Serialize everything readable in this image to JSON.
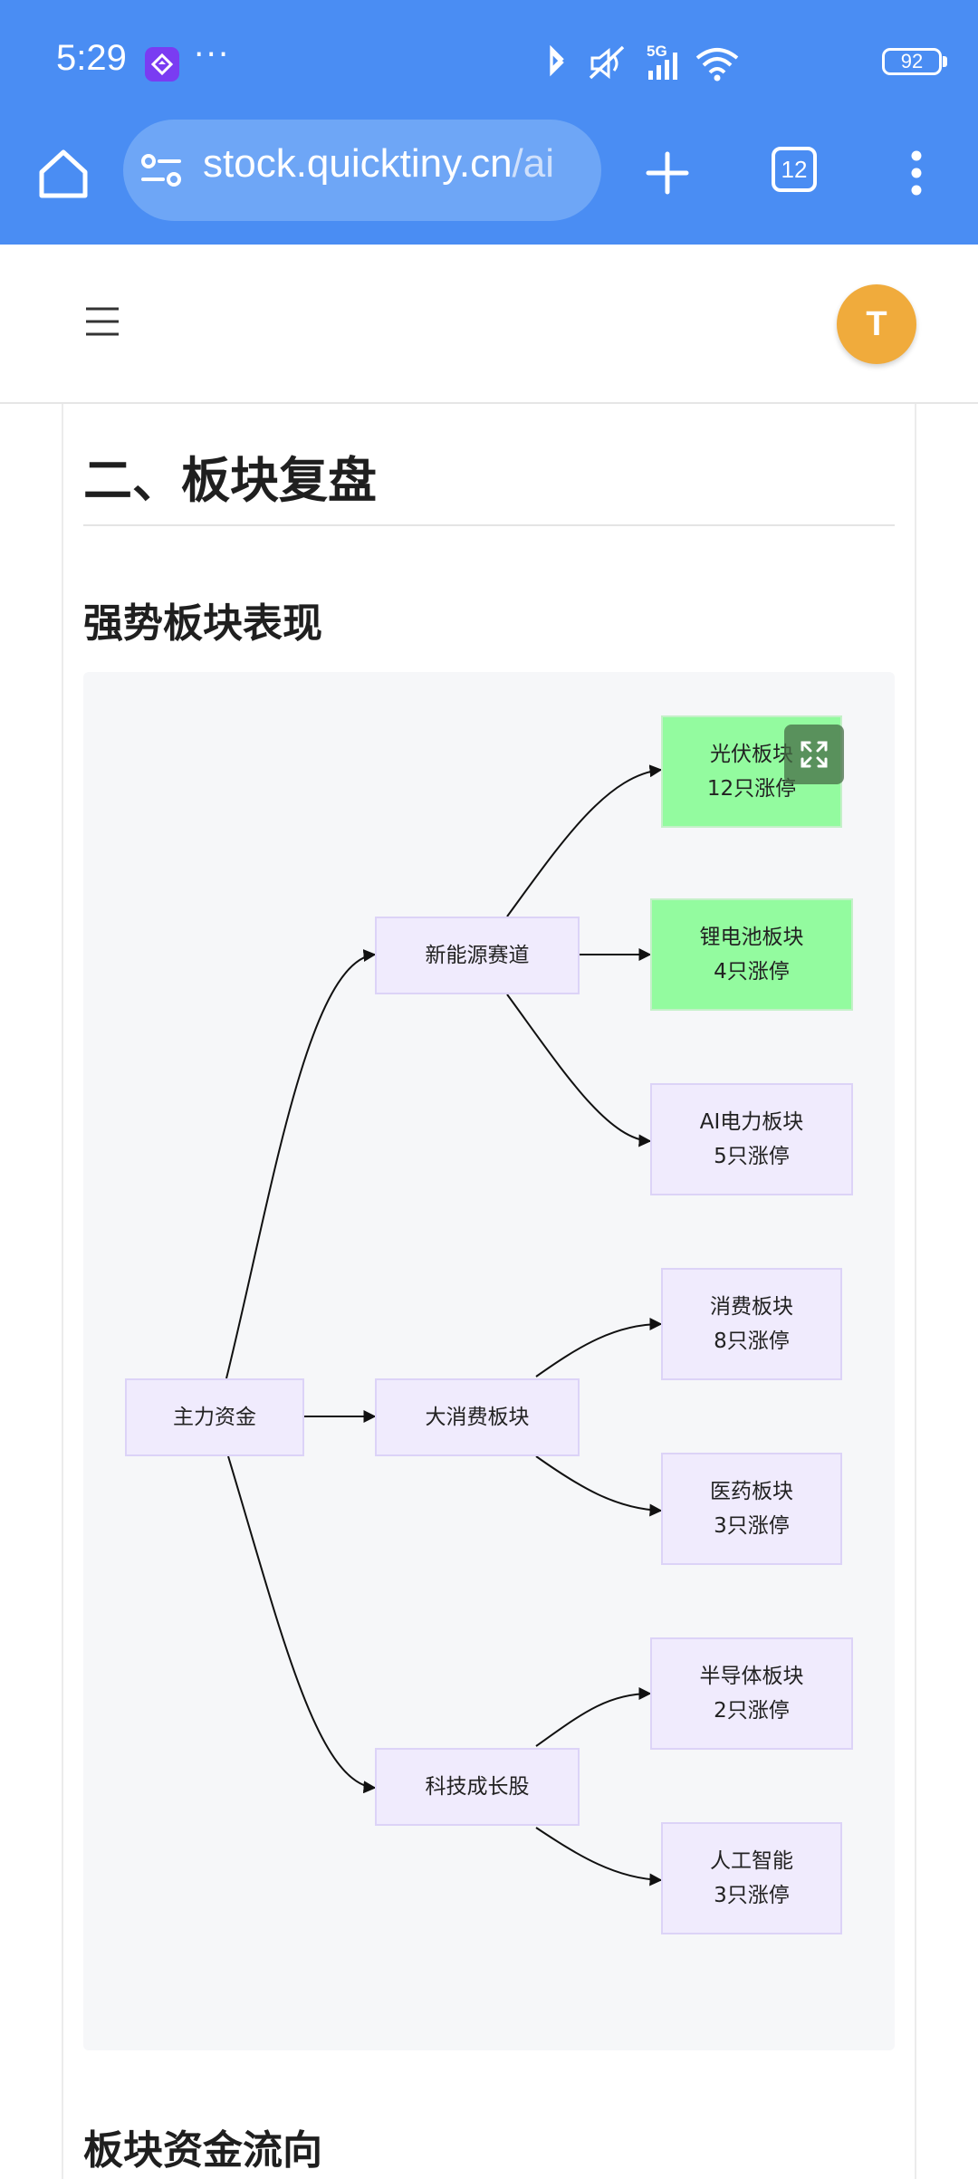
{
  "status_bar": {
    "time": "5:29",
    "more": "···",
    "signal": "5G",
    "battery": "92",
    "icons": [
      "app-notification-icon",
      "bluetooth-icon",
      "mute-icon",
      "signal-icon",
      "wifi-icon",
      "battery-icon"
    ]
  },
  "browser": {
    "url_host": "stock.quicktiny.cn",
    "url_path": "/ai",
    "tab_count": "12",
    "icons": [
      "home-icon",
      "site-settings-icon",
      "new-tab-icon",
      "tab-switcher-icon",
      "menu-icon"
    ]
  },
  "header": {
    "avatar_letter": "T",
    "icons": [
      "hamburger-menu-icon"
    ]
  },
  "article": {
    "section_title": "二、板块复盘",
    "subsection_title": "强势板块表现",
    "next_subsection_title": "板块资金流向"
  },
  "diagram": {
    "root": "主力资金",
    "groups": [
      {
        "label": "新能源赛道",
        "children": [
          {
            "name": "光伏板块",
            "count": "12只涨停",
            "highlight": true
          },
          {
            "name": "锂电池板块",
            "count": "4只涨停",
            "highlight": true
          },
          {
            "name": "AI电力板块",
            "count": "5只涨停",
            "highlight": false
          }
        ]
      },
      {
        "label": "大消费板块",
        "children": [
          {
            "name": "消费板块",
            "count": "8只涨停",
            "highlight": false
          },
          {
            "name": "医药板块",
            "count": "3只涨停",
            "highlight": false
          }
        ]
      },
      {
        "label": "科技成长股",
        "children": [
          {
            "name": "半导体板块",
            "count": "2只涨停",
            "highlight": false
          },
          {
            "name": "人工智能",
            "count": "3只涨停",
            "highlight": false
          }
        ]
      }
    ],
    "colors": {
      "node_fill": "#f0ebfd",
      "highlight_fill": "#93fb9f",
      "edge": "#111111"
    }
  }
}
